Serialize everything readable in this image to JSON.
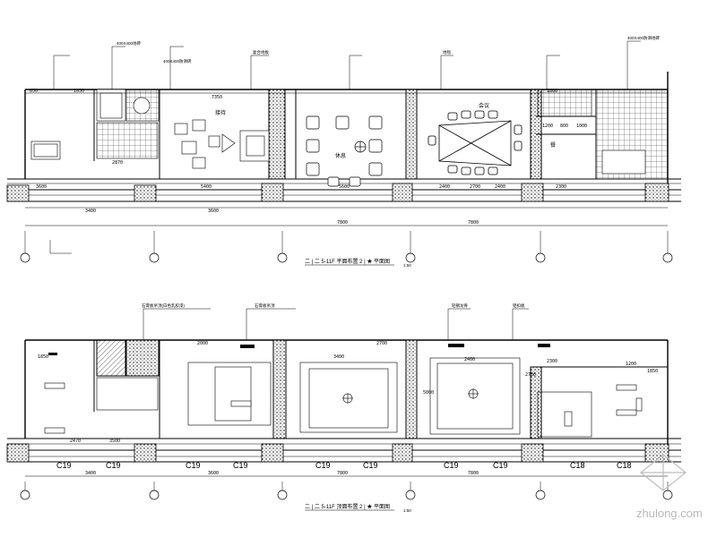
{
  "top_plan": {
    "caption": "二 | 二 5-11F 平面布置 2 | ★ 平面图",
    "scale": "1:50",
    "room_labels": {
      "reception": "接待",
      "rest": "休息",
      "meeting": "会议",
      "dining": "餐"
    },
    "dims_top": [
      "850",
      "1850",
      "2870",
      "7350",
      "1800",
      "1200",
      "800",
      "1000"
    ],
    "dims_mid": [
      "3600",
      "5400",
      "5600",
      "2400",
      "2700",
      "2400",
      "2300"
    ],
    "dims_bottom": [
      "3400",
      "3600",
      "7800",
      "7800"
    ],
    "leader_labels": [
      "400X400地砖",
      "400X400防滑砖",
      "400X400防滑地砖",
      "复合地板",
      "地毯"
    ]
  },
  "bottom_plan": {
    "caption": "二 | 二 5-11F 顶面布置 2 | ★ 平面图",
    "scale": "1:50",
    "window_labels": [
      "C19",
      "C19",
      "C19",
      "C19",
      "C19",
      "C19",
      "C19",
      "C19",
      "C18",
      "C18"
    ],
    "dims_bottom": [
      "3400",
      "3600",
      "7800",
      "7800"
    ],
    "dims_inner": [
      "1850",
      "2470",
      "3500",
      "2000",
      "3400",
      "2700",
      "5000",
      "2400",
      "2700",
      "2300",
      "1200",
      "1850"
    ],
    "leader_labels": [
      "石膏板吊顶(白色乳胶漆)",
      "石膏板吊顶",
      "轻钢龙骨",
      "铝扣板"
    ]
  },
  "watermark": "zhulong.com"
}
